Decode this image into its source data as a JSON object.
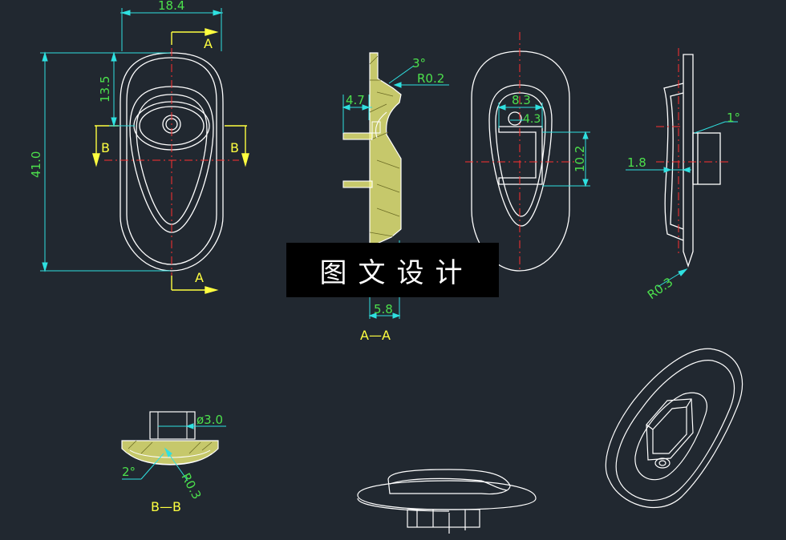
{
  "colors": {
    "background": "#212830",
    "outline": "#ffffff",
    "dimension": "#2fe0e0",
    "dim_text": "#4ce04c",
    "centerline": "#ff3030",
    "section": "#ffff40",
    "hatch_fill": "#f0f07a"
  },
  "front_view": {
    "dim_width": "18.4",
    "dim_height": "41.0",
    "dim_offset": "13.5",
    "section_a_top": "A",
    "section_a_bottom": "A",
    "section_b_left": "B",
    "section_b_right": "B"
  },
  "section_aa": {
    "angle": "3°",
    "radius": "R0.2",
    "dim_step": "4.7",
    "dim_depth": "5.8",
    "caption": "A—A"
  },
  "back_view": {
    "dim_width": "8.3",
    "dim_small": "4.3",
    "dim_height": "10.2"
  },
  "side_view": {
    "angle": "1°",
    "dim_thickness": "1.8",
    "radius": "R0.3"
  },
  "section_bb": {
    "dim_diameter": "ø3.0",
    "angle": "2°",
    "radius": "R0.3",
    "caption": "B—B"
  },
  "watermark": {
    "text": "图文设计"
  }
}
